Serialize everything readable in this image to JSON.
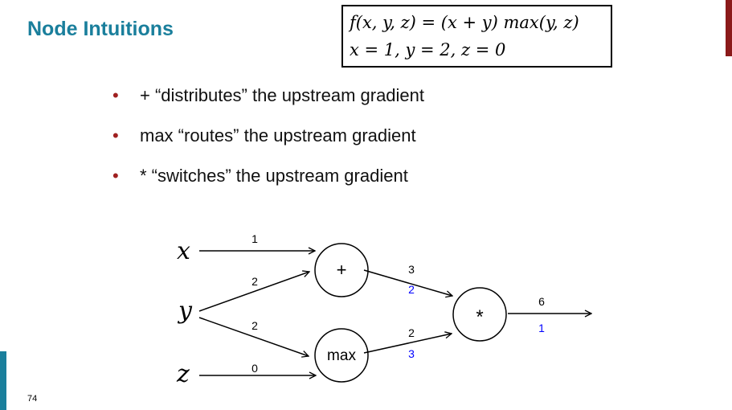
{
  "title": "Node Intuitions",
  "formula": {
    "line1": "f(x, y, z) = (x + y) max(y, z)",
    "line2": "x = 1, y = 2, z = 0"
  },
  "bullets": [
    "+ “distributes” the upstream gradient",
    "max “routes” the upstream gradient",
    "* “switches” the upstream gradient"
  ],
  "graph": {
    "inputs": {
      "x": "x",
      "y": "y",
      "z": "z"
    },
    "nodes": {
      "plus": "+",
      "max": "max",
      "mul": "*"
    },
    "forward": {
      "x": "1",
      "y_plus": "2",
      "y_max": "2",
      "z": "0",
      "plus_out": "3",
      "max_out": "2",
      "out": "6"
    },
    "gradient": {
      "plus_out": "2",
      "max_out": "3",
      "out": "1"
    },
    "gradient_color": "#0000ff"
  },
  "page_number": "74"
}
